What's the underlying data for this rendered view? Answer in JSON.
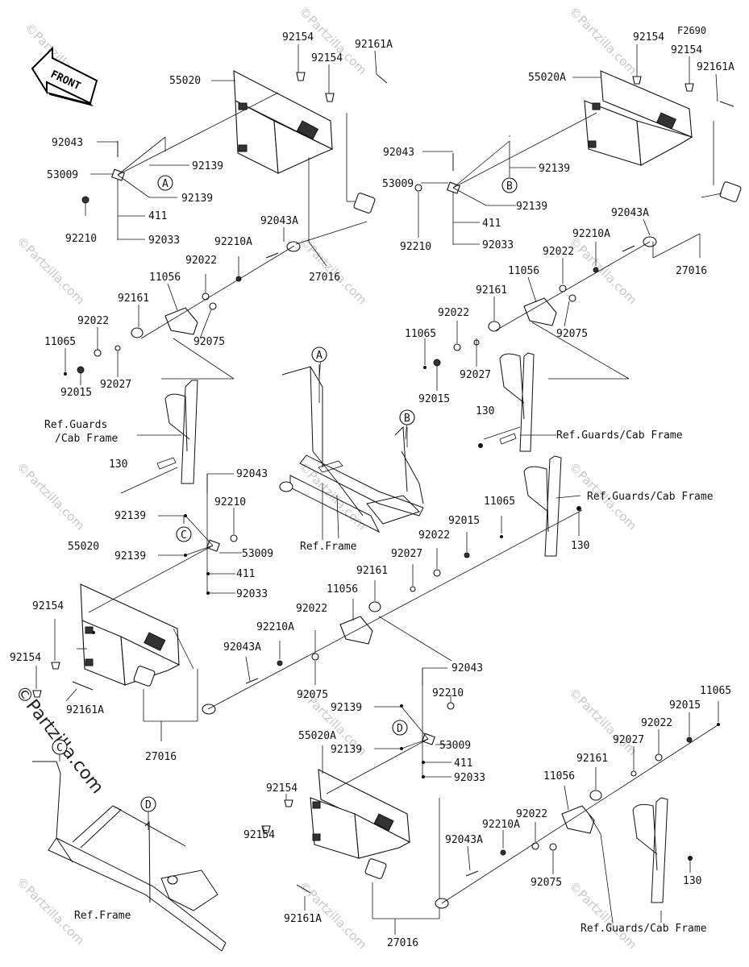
{
  "figure_code": "F2690",
  "front_label": "FRONT",
  "watermark": "©Partzilla.com",
  "circle_refs": [
    "A",
    "B",
    "C",
    "D"
  ],
  "part_numbers": {
    "p92154": "92154",
    "p92161A": "92161A",
    "p55020": "55020",
    "p55020A": "55020A",
    "p92043": "92043",
    "p53009": "53009",
    "p92139": "92139",
    "p411": "411",
    "p92210": "92210",
    "p92033": "92033",
    "p92043A": "92043A",
    "p92210A": "92210A",
    "p92022": "92022",
    "p27016": "27016",
    "p11056": "11056",
    "p92161": "92161",
    "p92075": "92075",
    "p11065": "11065",
    "p92027": "92027",
    "p92015": "92015",
    "p130": "130"
  },
  "refs": {
    "guards_split_1": "Ref.Guards",
    "guards_split_2": "/Cab Frame",
    "guards_cab": "Ref.Guards/Cab Frame",
    "frame": "Ref.Frame"
  }
}
